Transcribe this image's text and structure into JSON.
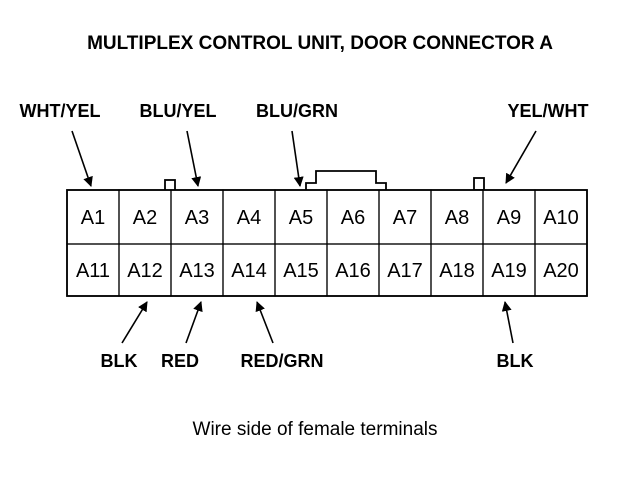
{
  "title": "MULTIPLEX CONTROL UNIT, DOOR CONNECTOR A",
  "caption": "Wire side of female terminals",
  "terminals": {
    "top": [
      "A1",
      "A2",
      "A3",
      "A4",
      "A5",
      "A6",
      "A7",
      "A8",
      "A9",
      "A10"
    ],
    "bottom": [
      "A11",
      "A12",
      "A13",
      "A14",
      "A15",
      "A16",
      "A17",
      "A18",
      "A19",
      "A20"
    ]
  },
  "wires": {
    "a1": "WHT/YEL",
    "a3": "BLU/YEL",
    "a5": "BLU/GRN",
    "a9": "YEL/WHT",
    "a12": "BLK",
    "a13": "RED",
    "a14": "RED/GRN",
    "a19": "BLK"
  }
}
